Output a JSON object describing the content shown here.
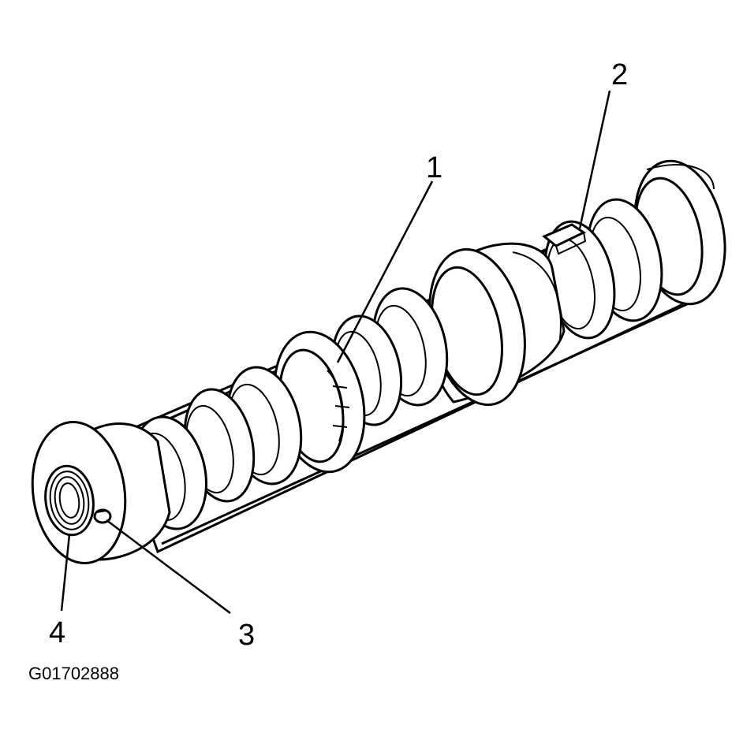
{
  "figure": {
    "callouts": [
      "1",
      "2",
      "3",
      "4"
    ],
    "figure_id": "G01702888",
    "colors": {
      "line": "#000000",
      "background": "#ffffff"
    }
  }
}
